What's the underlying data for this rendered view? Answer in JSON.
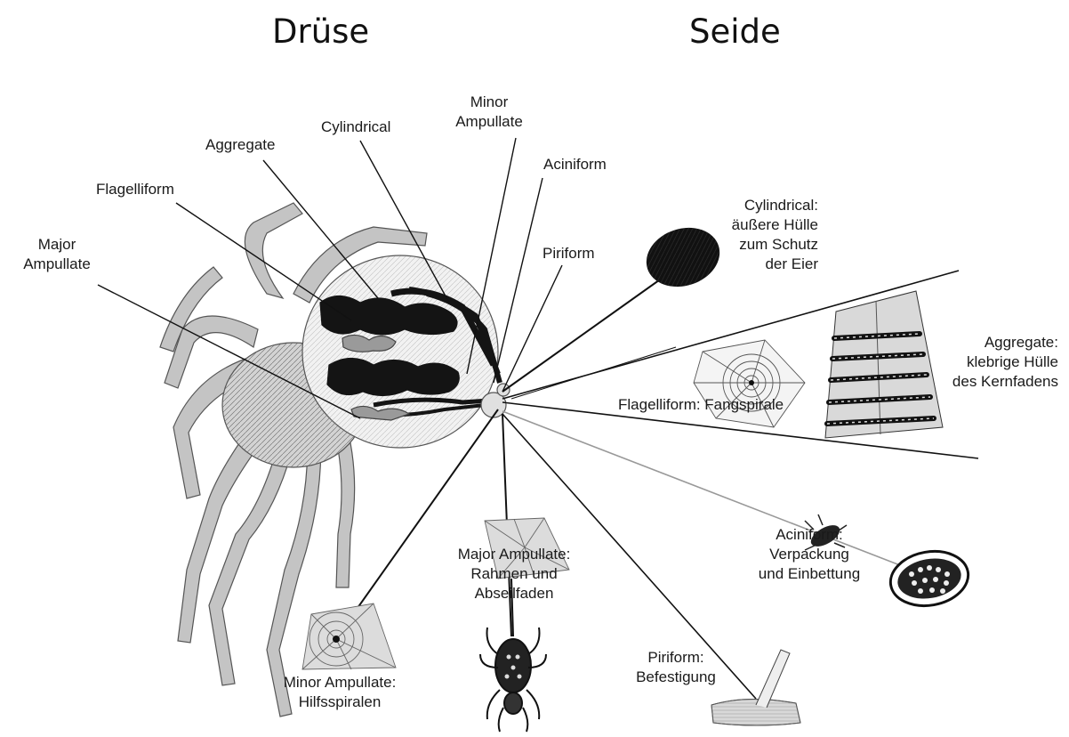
{
  "headings": {
    "gland": "Drüse",
    "silk": "Seide"
  },
  "glands": {
    "major_ampullate": "Major\nAmpullate",
    "flagelliform": "Flagelliform",
    "aggregate": "Aggregate",
    "cylindrical": "Cylindrical",
    "minor_ampullate": "Minor\nAmpullate",
    "aciniform": "Aciniform",
    "piriform": "Piriform"
  },
  "silks": {
    "cylindrical": "Cylindrical:\näußere Hülle\nzum Schutz\nder Eier",
    "aggregate": "Aggregate:\nklebrige Hülle\ndes Kernfadens",
    "flagelliform": "Flagelliform: Fangspirale",
    "aciniform": "Aciniform:\nVerpackung\nund Einbettung",
    "major_ampullate": "Major Ampullate:\nRahmen und\nAbseilfaden",
    "piriform": "Piriform:\nBefestigung",
    "minor_ampullate": "Minor Ampullate:\nHilfsspiralen"
  },
  "colors": {
    "line": "#111111",
    "gland_dark": "#141414",
    "silk_fill": "#d9d9d9",
    "leg": "#bdbdbd",
    "abdomen": "#f2f2f2"
  },
  "icons": [
    "spider-body-illustration",
    "egg-sac-icon",
    "orb-web-icon",
    "silk-thread-beaded-icon",
    "wrapped-prey-icon",
    "frame-web-icon",
    "hanging-spider-icon",
    "attachment-disc-icon",
    "auxiliary-spiral-web-icon"
  ]
}
